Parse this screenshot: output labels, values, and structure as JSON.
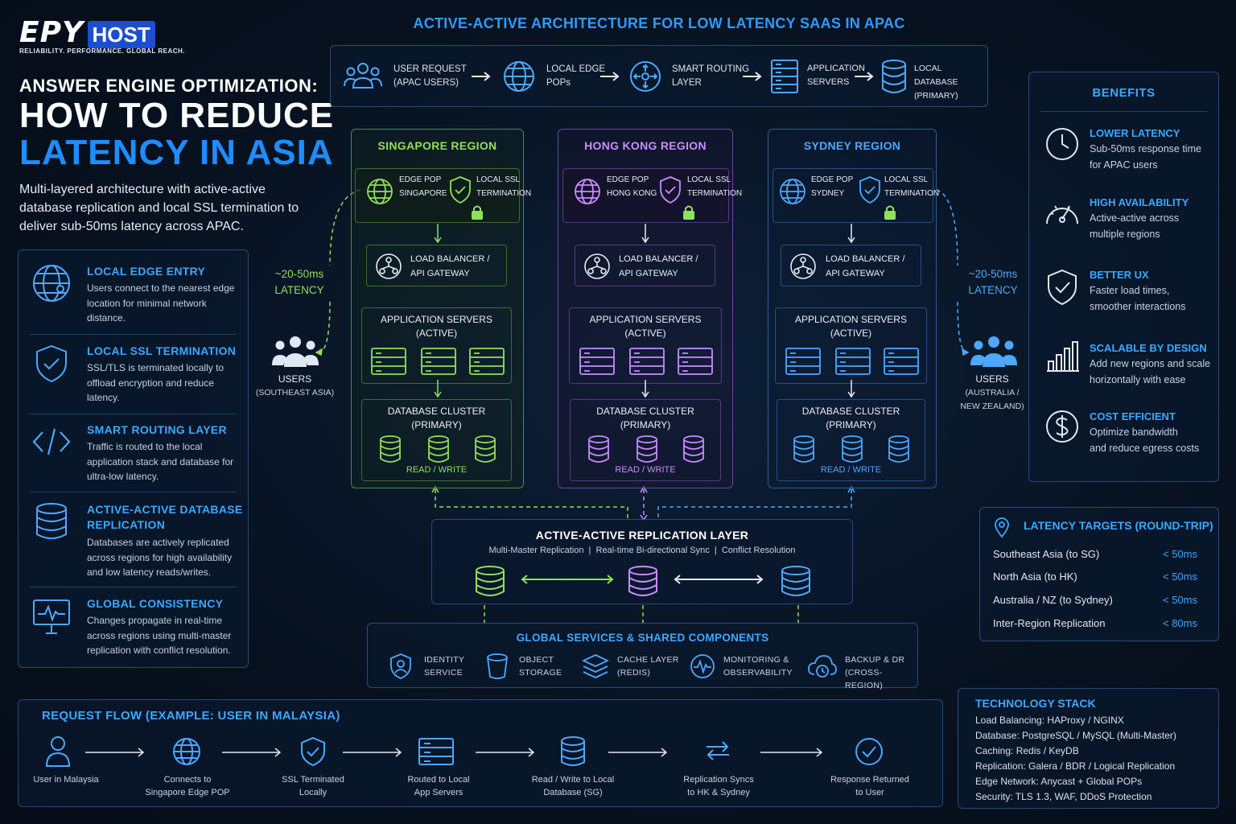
{
  "logo": {
    "brand": "EPY",
    "host": "HOST",
    "tagline": "RELIABILITY. PERFORMANCE. GLOBAL REACH."
  },
  "header": {
    "main_title": "ACTIVE-ACTIVE ARCHITECTURE FOR LOW LATENCY SAAS IN APAC",
    "subtitle": "ANSWER ENGINE OPTIMIZATION:",
    "title_line1": "HOW TO REDUCE",
    "title_line2": "LATENCY IN ASIA",
    "intro": "Multi-layered architecture with active-active database replication and local SSL termination to deliver sub-50ms latency across APAC."
  },
  "features": [
    {
      "title": "LOCAL EDGE ENTRY",
      "desc": "Users connect to the nearest edge location for minimal network distance."
    },
    {
      "title": "LOCAL SSL TERMINATION",
      "desc": "SSL/TLS is terminated locally to offload encryption and reduce latency."
    },
    {
      "title": "SMART ROUTING LAYER",
      "desc": "Traffic is routed to the local application stack and database for ultra-low latency."
    },
    {
      "title": "ACTIVE-ACTIVE DATABASE REPLICATION",
      "desc": "Databases are actively replicated across regions for high availability and low latency reads/writes."
    },
    {
      "title": "GLOBAL CONSISTENCY",
      "desc": "Changes propagate in real-time across regions using multi-master replication with conflict resolution."
    }
  ],
  "top_flow": [
    {
      "l1": "USER REQUEST",
      "l2": "(APAC USERS)"
    },
    {
      "l1": "LOCAL EDGE",
      "l2": "POPs"
    },
    {
      "l1": "SMART ROUTING",
      "l2": "LAYER"
    },
    {
      "l1": "APPLICATION",
      "l2": "SERVERS"
    },
    {
      "l1": "LOCAL DATABASE",
      "l2": "(PRIMARY)"
    }
  ],
  "regions": [
    {
      "name": "SINGAPORE REGION",
      "edge_l1": "EDGE POP",
      "edge_l2": "SINGAPORE",
      "ssl_l1": "LOCAL SSL",
      "ssl_l2": "TERMINATION",
      "lb_l1": "LOAD BALANCER /",
      "lb_l2": "API GATEWAY",
      "app_l1": "APPLICATION SERVERS",
      "app_l2": "(ACTIVE)",
      "db_l1": "DATABASE CLUSTER",
      "db_l2": "(PRIMARY)",
      "rw": "READ / WRITE",
      "color": "#8fe05a"
    },
    {
      "name": "HONG KONG REGION",
      "edge_l1": "EDGE POP",
      "edge_l2": "HONG KONG",
      "ssl_l1": "LOCAL SSL",
      "ssl_l2": "TERMINATION",
      "lb_l1": "LOAD BALANCER /",
      "lb_l2": "API GATEWAY",
      "app_l1": "APPLICATION SERVERS",
      "app_l2": "(ACTIVE)",
      "db_l1": "DATABASE CLUSTER",
      "db_l2": "(PRIMARY)",
      "rw": "READ / WRITE",
      "color": "#c98cff"
    },
    {
      "name": "SYDNEY REGION",
      "edge_l1": "EDGE POP",
      "edge_l2": "SYDNEY",
      "ssl_l1": "LOCAL SSL",
      "ssl_l2": "TERMINATION",
      "lb_l1": "LOAD BALANCER /",
      "lb_l2": "API GATEWAY",
      "app_l1": "APPLICATION SERVERS",
      "app_l2": "(ACTIVE)",
      "db_l1": "DATABASE CLUSTER",
      "db_l2": "(PRIMARY)",
      "rw": "READ / WRITE",
      "color": "#4da8ff"
    }
  ],
  "users_left": {
    "latency1": "~20-50ms",
    "latency2": "LATENCY",
    "l1": "USERS",
    "l2": "(SOUTHEAST ASIA)"
  },
  "users_right": {
    "latency1": "~20-50ms",
    "latency2": "LATENCY",
    "l1": "USERS",
    "l2": "(AUSTRALIA /",
    "l3": "NEW ZEALAND)"
  },
  "replication": {
    "title": "ACTIVE-ACTIVE REPLICATION LAYER",
    "sub": "Multi-Master Replication  |  Real-time Bi-directional Sync  |  Conflict Resolution"
  },
  "shared": {
    "title": "GLOBAL SERVICES & SHARED COMPONENTS",
    "items": [
      {
        "l1": "IDENTITY",
        "l2": "SERVICE"
      },
      {
        "l1": "OBJECT",
        "l2": "STORAGE"
      },
      {
        "l1": "CACHE LAYER",
        "l2": "(REDIS)"
      },
      {
        "l1": "MONITORING &",
        "l2": "OBSERVABILITY"
      },
      {
        "l1": "BACKUP & DR",
        "l2": "(CROSS-REGION)"
      }
    ]
  },
  "benefits": {
    "title": "BENEFITS",
    "items": [
      {
        "title": "LOWER LATENCY",
        "desc1": "Sub-50ms response time",
        "desc2": "for APAC users"
      },
      {
        "title": "HIGH AVAILABILITY",
        "desc1": "Active-active across",
        "desc2": "multiple regions"
      },
      {
        "title": "BETTER UX",
        "desc1": "Faster load times,",
        "desc2": "smoother interactions"
      },
      {
        "title": "SCALABLE BY DESIGN",
        "desc1": "Add new regions and scale",
        "desc2": "horizontally with ease"
      },
      {
        "title": "COST EFFICIENT",
        "desc1": "Optimize bandwidth",
        "desc2": "and reduce egress costs"
      }
    ]
  },
  "latency": {
    "title": "LATENCY TARGETS (ROUND-TRIP)",
    "rows": [
      {
        "label": "Southeast Asia (to SG)",
        "value": "< 50ms"
      },
      {
        "label": "North Asia (to HK)",
        "value": "< 50ms"
      },
      {
        "label": "Australia / NZ (to Sydney)",
        "value": "< 50ms"
      },
      {
        "label": "Inter-Region Replication",
        "value": "< 80ms"
      }
    ]
  },
  "request_flow": {
    "title": "REQUEST FLOW (EXAMPLE: USER IN MALAYSIA)",
    "steps": [
      {
        "l1": "User in Malaysia",
        "l2": ""
      },
      {
        "l1": "Connects to",
        "l2": "Singapore Edge POP"
      },
      {
        "l1": "SSL Terminated",
        "l2": "Locally"
      },
      {
        "l1": "Routed to Local",
        "l2": "App Servers"
      },
      {
        "l1": "Read / Write to Local",
        "l2": "Database (SG)"
      },
      {
        "l1": "Replication Syncs",
        "l2": "to HK & Sydney"
      },
      {
        "l1": "Response Returned",
        "l2": "to User"
      }
    ]
  },
  "tech": {
    "title": "TECHNOLOGY STACK",
    "lines": [
      "Load Balancing: HAProxy / NGINX",
      "Database: PostgreSQL / MySQL (Multi-Master)",
      "Caching: Redis / KeyDB",
      "Replication: Galera / BDR / Logical Replication",
      "Edge Network: Anycast + Global POPs",
      "Security: TLS 1.3, WAF, DDoS Protection"
    ]
  }
}
